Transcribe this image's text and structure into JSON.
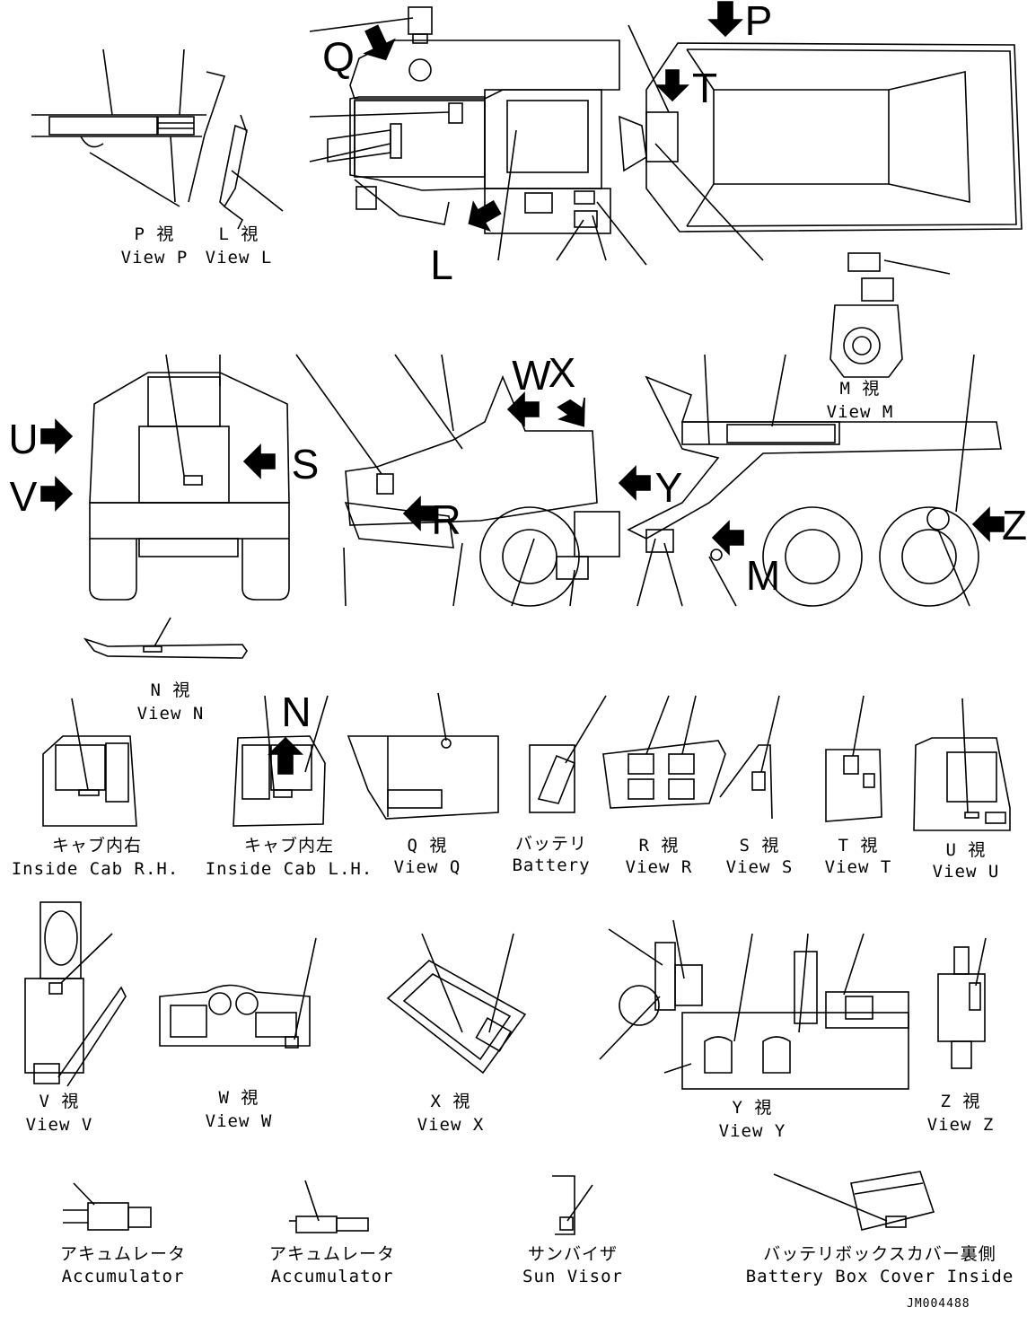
{
  "letters": {
    "P": "P",
    "Q": "Q",
    "T": "T",
    "L": "L",
    "U": "U",
    "V": "V",
    "S": "S",
    "W": "W",
    "X": "X",
    "R": "R",
    "Y": "Y",
    "M": "M",
    "Z": "Z",
    "N": "N"
  },
  "views": {
    "p_jp": "P 視",
    "p_en": "View P",
    "l_jp": "L 視",
    "l_en": "View L",
    "m_jp": "M 視",
    "m_en": "View M",
    "n_jp": "N 視",
    "n_en": "View N",
    "cab_rh_jp": "キャブ内右",
    "cab_rh_en": "Inside Cab R.H.",
    "cab_lh_jp": "キャブ内左",
    "cab_lh_en": "Inside Cab L.H.",
    "q_jp": "Q 視",
    "q_en": "View Q",
    "battery_jp": "バッテリ",
    "battery_en": "Battery",
    "r_jp": "R 視",
    "r_en": "View R",
    "s_jp": "S 視",
    "s_en": "View S",
    "t_jp": "T 視",
    "t_en": "View T",
    "u_jp": "U 視",
    "u_en": "View U",
    "v_jp": "V 視",
    "v_en": "View V",
    "w_jp": "W 視",
    "w_en": "View W",
    "x_jp": "X 視",
    "x_en": "View X",
    "y_jp": "Y 視",
    "y_en": "View Y",
    "z_jp": "Z 視",
    "z_en": "View Z",
    "acc1_jp": "アキュムレータ",
    "acc1_en": "Accumulator",
    "acc2_jp": "アキュムレータ",
    "acc2_en": "Accumulator",
    "visor_jp": "サンバイザ",
    "visor_en": "Sun Visor",
    "bbox_jp": "バッテリボックスカバー裏側",
    "bbox_en": "Battery Box Cover Inside"
  },
  "drawing_code": "JM004488"
}
